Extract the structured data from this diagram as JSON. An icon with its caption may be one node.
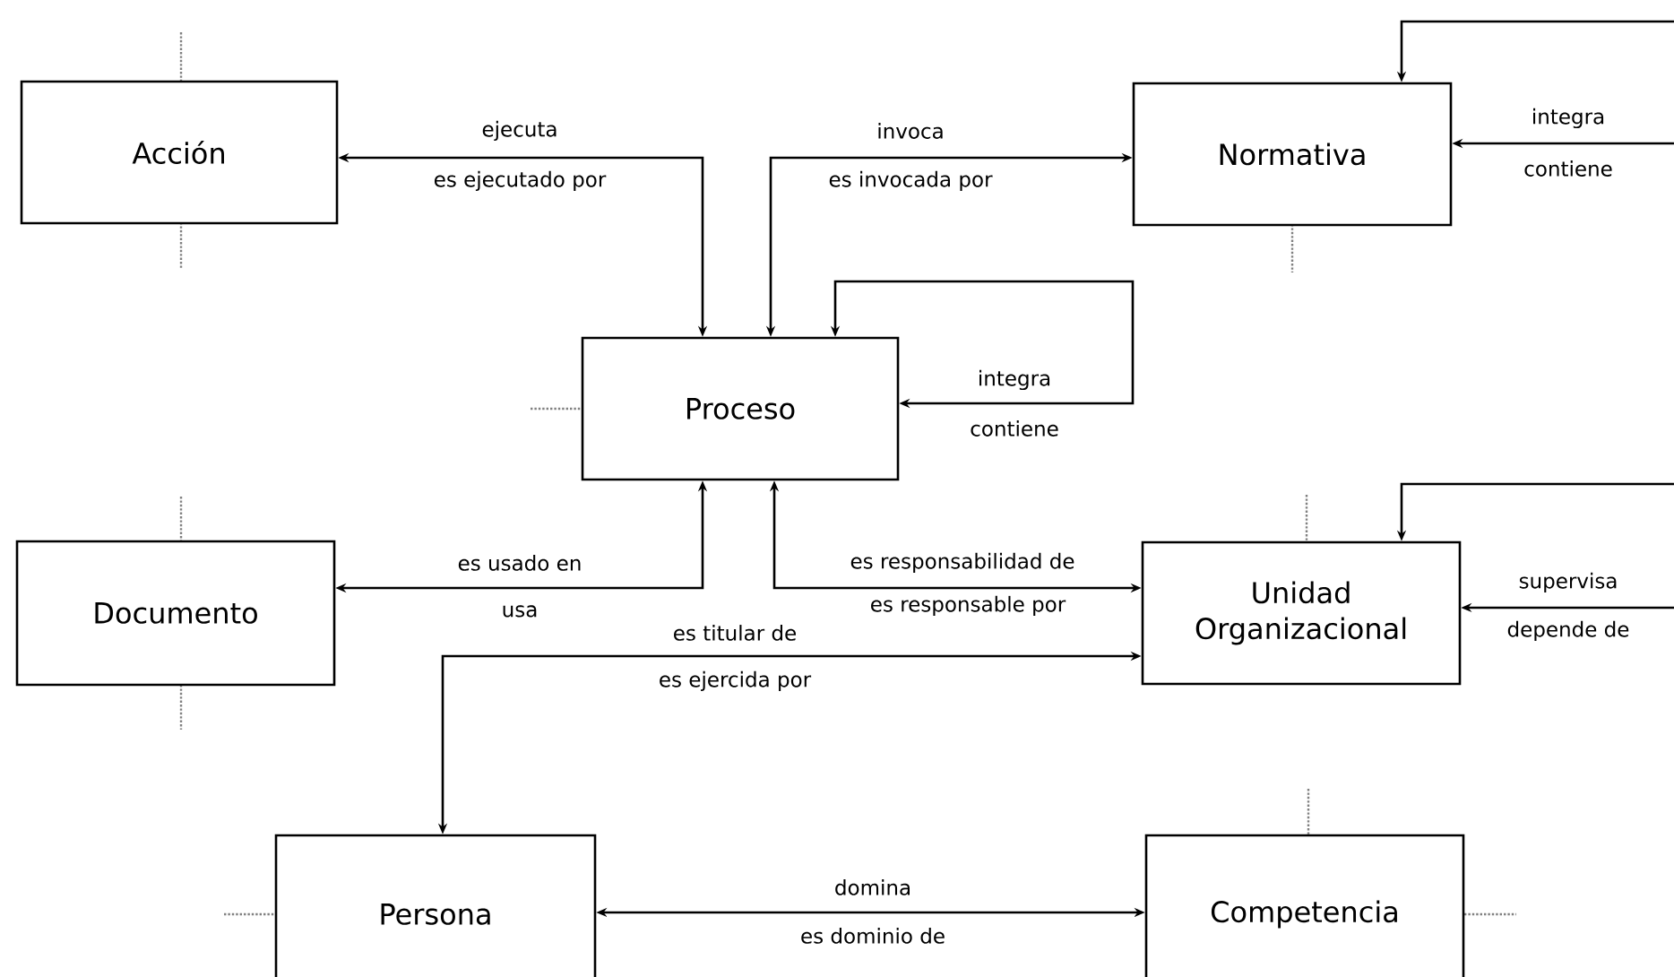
{
  "diagram": {
    "nodes": [
      {
        "text": [
          "Acción"
        ]
      },
      {
        "text": [
          "Normativa"
        ]
      },
      {
        "text": [
          "Proceso"
        ]
      },
      {
        "text": [
          "Documento"
        ]
      },
      {
        "text": [
          "Unidad Organizacional"
        ]
      },
      {
        "text": [
          "Persona"
        ]
      },
      {
        "text": [
          "Competencia"
        ]
      }
    ],
    "edges": [
      {
        "from": 2,
        "to": 0,
        "arrow": "both",
        "label": "ejecuta"
      },
      {
        "from": 2,
        "to": 1,
        "arrow": "both",
        "label": "invoca"
      },
      {
        "from": 2,
        "to": 2,
        "arrow": "both",
        "label": "integra"
      },
      {
        "from": 1,
        "to": 1,
        "arrow": "both",
        "label": "integra"
      },
      {
        "from": 2,
        "to": 3,
        "arrow": "both",
        "label": "es usado en"
      },
      {
        "from": 2,
        "to": 4,
        "arrow": "both",
        "label": "es responsabilidad de"
      },
      {
        "from": 5,
        "to": 4,
        "arrow": "both",
        "label": "es titular de"
      },
      {
        "from": 4,
        "to": 4,
        "arrow": "both",
        "label": "supervisa"
      },
      {
        "from": 5,
        "to": 6,
        "arrow": "both",
        "label": "domina"
      }
    ],
    "labels": [
      "es ejecutado por",
      "es invocada por",
      "contiene",
      "contiene",
      "usa",
      "es responsable por",
      "es ejercida por",
      "depende de",
      "es dominio de"
    ]
  }
}
